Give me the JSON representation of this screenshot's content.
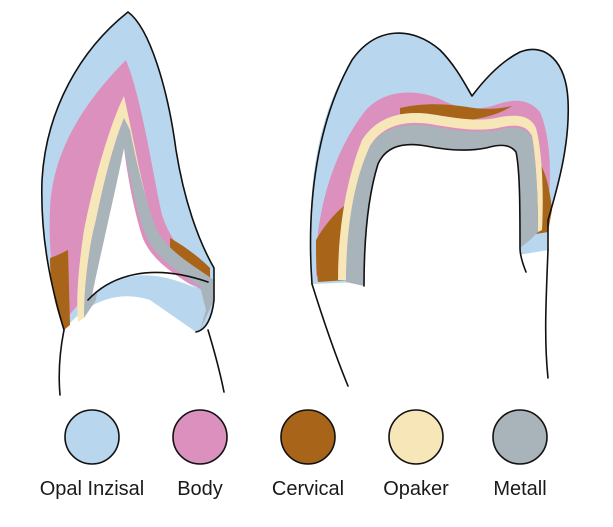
{
  "colors": {
    "opal_inzisal": "#b8d6ee",
    "body": "#dc90bd",
    "cervical": "#a86418",
    "opaker": "#f6e6b8",
    "metall": "#a9b3ba",
    "outline": "#111111"
  },
  "legend": [
    {
      "id": "opal-inzisal",
      "label": "Opal Inzisal",
      "color": "#b8d6ee"
    },
    {
      "id": "body",
      "label": "Body",
      "color": "#dc90bd"
    },
    {
      "id": "cervical",
      "label": "Cervical",
      "color": "#a86418"
    },
    {
      "id": "opaker",
      "label": "Opaker",
      "color": "#f6e6b8"
    },
    {
      "id": "metall",
      "label": "Metall",
      "color": "#a9b3ba"
    }
  ]
}
